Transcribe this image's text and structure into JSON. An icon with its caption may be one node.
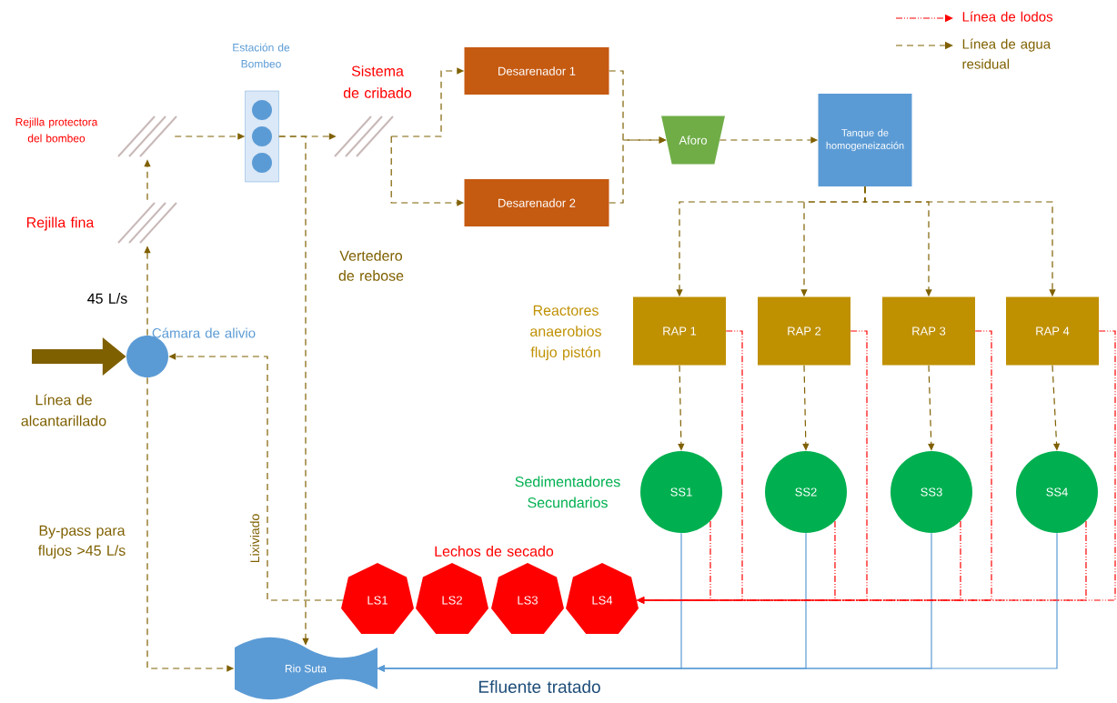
{
  "diagram": {
    "nodes": [
      {
        "text": [],
        "shape": "screen",
        "beside": [
          "Rejilla protectora del bombeo"
        ]
      },
      {
        "text": [],
        "shape": "screen",
        "beside": [
          "Rejilla fina"
        ]
      },
      {
        "text": [],
        "shape": "box",
        "beside": [
          "Estación de Bombeo"
        ]
      },
      {
        "text": [],
        "shape": "screen",
        "beside": [
          "Sistema de cribado"
        ]
      },
      {
        "text": [
          "Desarenador 1"
        ]
      },
      {
        "text": [
          "Desarenador 2"
        ]
      },
      {
        "text": [
          "Aforo"
        ]
      },
      {
        "text": [
          "Tanque de homogeneización"
        ]
      },
      {
        "text": [
          "RAP 1"
        ]
      },
      {
        "text": [
          "RAP 2"
        ]
      },
      {
        "text": [
          "RAP 3"
        ]
      },
      {
        "text": [
          "RAP 4"
        ]
      },
      {
        "text": [
          "SS1"
        ]
      },
      {
        "text": [
          "SS2"
        ]
      },
      {
        "text": [
          "SS3"
        ]
      },
      {
        "text": [
          "SS4"
        ]
      },
      {
        "text": [
          "LS1"
        ]
      },
      {
        "text": [
          "LS2"
        ]
      },
      {
        "text": [
          "LS3"
        ]
      },
      {
        "text": [
          "LS4"
        ]
      },
      {
        "text": [
          "Rio Suta"
        ]
      },
      {
        "text": [],
        "shape": "circle",
        "beside": [
          "Cámara de alivio"
        ]
      }
    ],
    "edges": [
      {
        "from": 21,
        "to": 1,
        "arrow": "to",
        "style": "dashed",
        "label": "45 L/s"
      },
      {
        "from": 1,
        "to": 0,
        "arrow": "to",
        "style": "dashed"
      },
      {
        "from": 0,
        "to": 2,
        "arrow": "to",
        "style": "dashed"
      },
      {
        "from": 2,
        "to": 3,
        "arrow": "to",
        "style": "dashed"
      },
      {
        "from": 2,
        "to": 20,
        "arrow": "to",
        "style": "dashed",
        "label": "Vertedero de rebose"
      },
      {
        "from": 3,
        "to": 4,
        "arrow": "to",
        "style": "dashed"
      },
      {
        "from": 3,
        "to": 5,
        "arrow": "to",
        "style": "dashed"
      },
      {
        "from": 4,
        "to": 6,
        "arrow": "to",
        "style": "dashed"
      },
      {
        "from": 5,
        "to": 6,
        "arrow": "to",
        "style": "dashed"
      },
      {
        "from": 6,
        "to": 7,
        "arrow": "to",
        "style": "dashed"
      },
      {
        "from": 7,
        "to": 8,
        "arrow": "to",
        "style": "dashed"
      },
      {
        "from": 7,
        "to": 9,
        "arrow": "to",
        "style": "dashed"
      },
      {
        "from": 7,
        "to": 10,
        "arrow": "to",
        "style": "dashed"
      },
      {
        "from": 7,
        "to": 11,
        "arrow": "to",
        "style": "dashed"
      },
      {
        "from": 8,
        "to": 12,
        "arrow": "to",
        "style": "dashed"
      },
      {
        "from": 9,
        "to": 13,
        "arrow": "to",
        "style": "dashed"
      },
      {
        "from": 10,
        "to": 14,
        "arrow": "to",
        "style": "dashed"
      },
      {
        "from": 11,
        "to": 15,
        "arrow": "to",
        "style": "dashed"
      },
      {
        "from": 12,
        "to": 20,
        "arrow": "to",
        "color": "#5b9bd5"
      },
      {
        "from": 13,
        "to": 20,
        "arrow": "to",
        "color": "#5b9bd5"
      },
      {
        "from": 14,
        "to": 20,
        "arrow": "to",
        "color": "#5b9bd5"
      },
      {
        "from": 15,
        "to": 20,
        "arrow": "to",
        "color": "#5b9bd5"
      },
      {
        "from": 21,
        "to": 20,
        "arrow": "to",
        "style": "dashed",
        "label": "By-pass para flujos >45 L/s"
      },
      {
        "from": 16,
        "to": 21,
        "arrow": "to",
        "style": "dashed",
        "label": "Lixiviado"
      },
      {
        "from": 8,
        "to": 19,
        "arrow": "to",
        "style": "dashed",
        "color": "#ff0000"
      },
      {
        "from": 9,
        "to": 19,
        "arrow": "to",
        "style": "dashed",
        "color": "#ff0000"
      },
      {
        "from": 10,
        "to": 19,
        "arrow": "to",
        "style": "dashed",
        "color": "#ff0000"
      },
      {
        "from": 11,
        "to": 19,
        "arrow": "to",
        "style": "dashed",
        "color": "#ff0000"
      },
      {
        "from": 12,
        "to": 19,
        "arrow": "to",
        "style": "dashed",
        "color": "#ff0000"
      },
      {
        "from": 13,
        "to": 19,
        "arrow": "to",
        "style": "dashed",
        "color": "#ff0000"
      },
      {
        "from": 14,
        "to": 19,
        "arrow": "to",
        "style": "dashed",
        "color": "#ff0000"
      },
      {
        "from": 15,
        "to": 19,
        "arrow": "to",
        "style": "dashed",
        "color": "#ff0000"
      },
      {
        "from": null,
        "to": 21,
        "arrow": "to",
        "style": "thick"
      }
    ],
    "labels": [
      "Línea de alcantarillado",
      "Reactores anaerobios flujo pistón",
      "Sedimentadores Secundarios",
      "Lechos de secado",
      "Efluente tratado"
    ],
    "legend": [
      {
        "text": "Línea de lodos"
      },
      {
        "text": "Línea de agua residual"
      }
    ]
  }
}
